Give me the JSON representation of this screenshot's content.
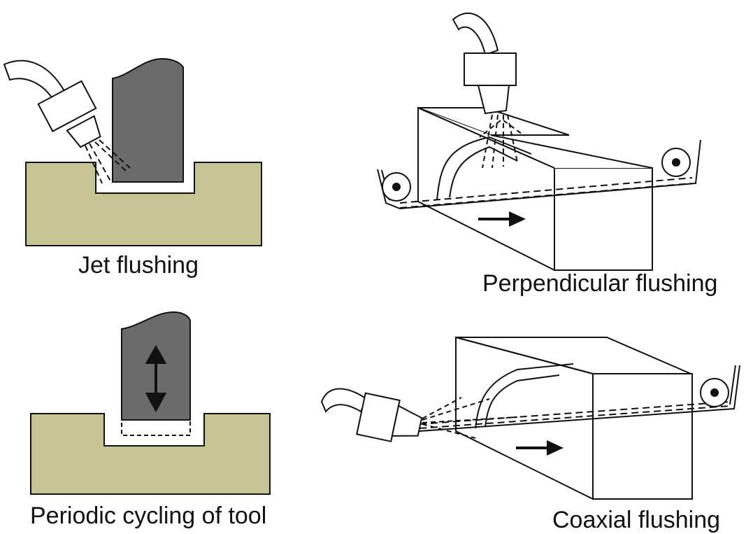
{
  "panels": {
    "jet": {
      "caption": "Jet flushing"
    },
    "perpendicular": {
      "caption": "Perpendicular flushing"
    },
    "periodic": {
      "caption": "Periodic cycling of tool"
    },
    "coaxial": {
      "caption": "Coaxial flushing"
    }
  },
  "colors": {
    "workpiece": "#c7c596",
    "tool": "#6b6b6b",
    "line": "#111111",
    "cavity": "#ffffff"
  }
}
